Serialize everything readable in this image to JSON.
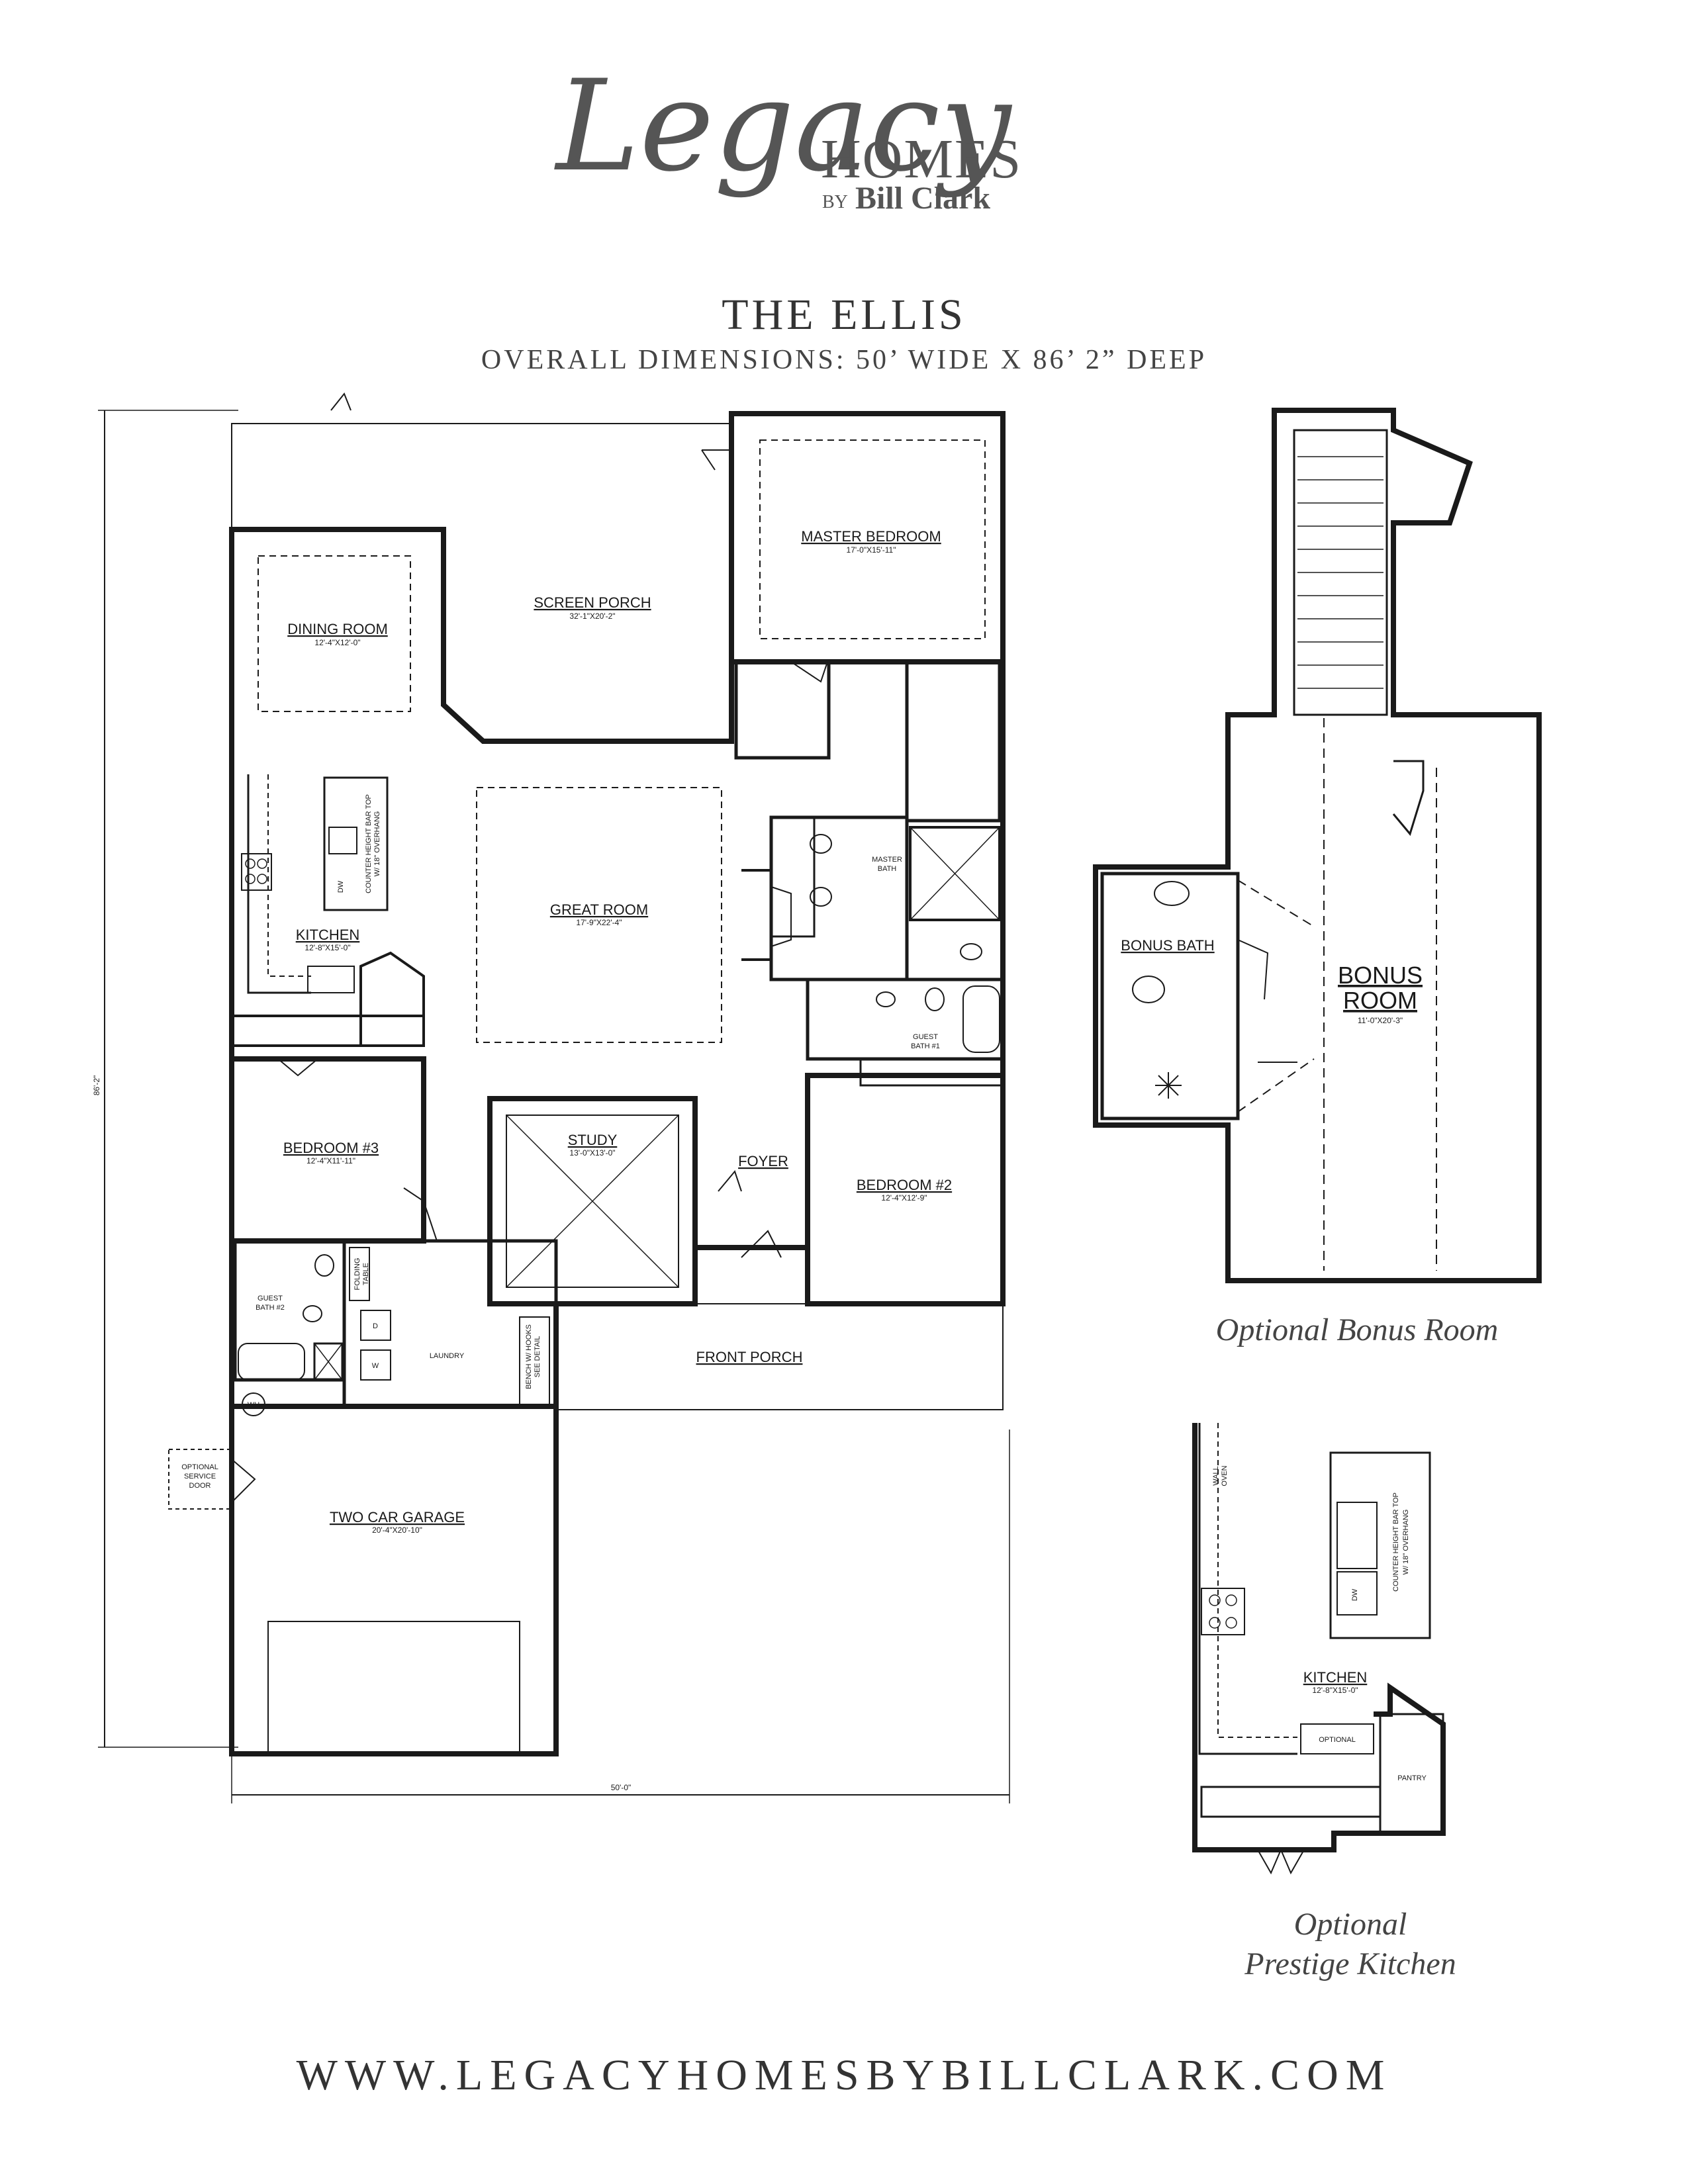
{
  "header": {
    "logo_script": "Legacy",
    "logo_homes": "HOMES",
    "logo_by": "BY",
    "logo_bill_clark": "Bill Clark"
  },
  "plan": {
    "title": "THE ELLIS",
    "subtitle": "OVERALL DIMENSIONS: 50’ WIDE X 86’ 2” DEEP"
  },
  "main_plan": {
    "overall_depth": "86'-2\"",
    "overall_width": "50'-0\"",
    "rooms": {
      "master_bedroom": {
        "label": "MASTER BEDROOM",
        "dims": "17'-0\"X15'-11\""
      },
      "screen_porch": {
        "label": "SCREEN PORCH",
        "dims": "32'-1\"X20'-2\""
      },
      "dining_room": {
        "label": "DINING ROOM",
        "dims": "12'-4\"X12'-0\""
      },
      "great_room": {
        "label": "GREAT ROOM",
        "dims": "17'-9\"X22'-4\""
      },
      "kitchen": {
        "label": "KITCHEN",
        "dims": "12'-8\"X15'-0\""
      },
      "master_bath": {
        "label_line1": "MASTER",
        "label_line2": "BATH"
      },
      "guest_bath_1": {
        "label_line1": "GUEST",
        "label_line2": "BATH #1"
      },
      "bedroom_3": {
        "label": "BEDROOM #3",
        "dims": "12'-4\"X11'-11\""
      },
      "study": {
        "label": "STUDY",
        "dims": "13'-0\"X13'-0\""
      },
      "foyer": {
        "label": "FOYER"
      },
      "bedroom_2": {
        "label": "BEDROOM #2",
        "dims": "12'-4\"X12'-9\""
      },
      "guest_bath_2": {
        "label_line1": "GUEST",
        "label_line2": "BATH #2"
      },
      "laundry": {
        "label": "LAUNDRY"
      },
      "front_porch": {
        "label": "FRONT PORCH"
      },
      "two_car_garage": {
        "label": "TWO CAR GARAGE",
        "dims": "20'-4\"X20'-10\""
      }
    },
    "annotations": {
      "bartop_line1": "COUNTER HEIGHT BAR TOP",
      "bartop_line2": "W/ 18\" OVERHANG",
      "dw": "DW",
      "folding_line1": "FOLDING",
      "folding_line2": "TABLE",
      "dryer": "D",
      "washer": "W",
      "bench_line1": "BENCH W/ HOOKS",
      "bench_line2": "SEE DETAIL",
      "wh": "WH",
      "service_door_line1": "OPTIONAL",
      "service_door_line2": "SERVICE",
      "service_door_line3": "DOOR"
    }
  },
  "bonus_plan": {
    "bonus_bath": "BONUS BATH",
    "bonus_room_line1": "BONUS",
    "bonus_room_line2": "ROOM",
    "bonus_room_dims": "11'-0\"X20'-3\"",
    "caption": "Optional Bonus Room"
  },
  "kitchen_plan": {
    "wall_oven_line1": "WALL",
    "wall_oven_line2": "OVEN",
    "bartop_line1": "COUNTER HEIGHT BAR TOP",
    "bartop_line2": "W/ 18\" OVERHANG",
    "dw": "DW",
    "kitchen_label": "KITCHEN",
    "kitchen_dims": "12'-8\"X15'-0\"",
    "optional": "OPTIONAL",
    "pantry": "PANTRY",
    "caption_line1": "Optional",
    "caption_line2": "Prestige Kitchen"
  },
  "footer": {
    "website": "WWW.LEGACYHOMESBYBILLCLARK.COM"
  }
}
